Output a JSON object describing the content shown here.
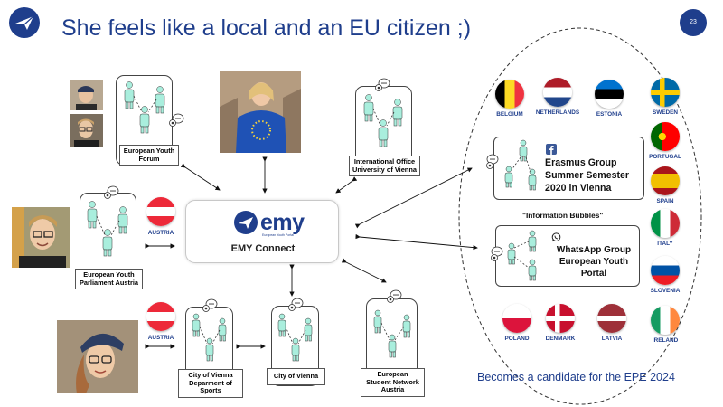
{
  "header": {
    "title": "She feels like a local and an EU citizen ;)",
    "page_number": "23",
    "brand_color": "#1f3e8c"
  },
  "center": {
    "logo_word": "emy",
    "logo_tagline": "European Youth Portal",
    "name": "EMY Connect"
  },
  "nodes": {
    "youth_forum": "European Youth Forum",
    "international_office": "International Office University of Vienna",
    "parliament": "European Youth Parliament Austria",
    "dept_sports": "City of Vienna Deparment of Sports",
    "city": "City of Vienna",
    "student_network": "European Student Network Austria"
  },
  "austria_labels": [
    "AUSTRIA",
    "AUSTRIA"
  ],
  "groups": {
    "erasmus": "Erasmus Group Summer Semester 2020 in Vienna",
    "whatsapp": "WhatsApp Group European Youth Portal",
    "bubbles": "\"Information Bubbles\"",
    "erasmus_icon": "facebook-icon",
    "whatsapp_icon": "whatsapp-icon"
  },
  "countries": [
    {
      "name": "BELGIUM",
      "colors": [
        "#000000",
        "#FDDA24",
        "#EF3340"
      ],
      "pattern": "vertical"
    },
    {
      "name": "NETHERLANDS",
      "colors": [
        "#AE1C28",
        "#FFFFFF",
        "#21468B"
      ],
      "pattern": "horizontal"
    },
    {
      "name": "ESTONIA",
      "colors": [
        "#0072CE",
        "#000000",
        "#FFFFFF"
      ],
      "pattern": "horizontal"
    },
    {
      "name": "SWEDEN",
      "colors": [
        "#006AA7",
        "#FECC00"
      ],
      "pattern": "nordic"
    },
    {
      "name": "PORTUGAL",
      "colors": [
        "#006600",
        "#FF0000",
        "#FFD700"
      ],
      "pattern": "portugal"
    },
    {
      "name": "SPAIN",
      "colors": [
        "#AA151B",
        "#F1BF00",
        "#AA151B"
      ],
      "pattern": "spain"
    },
    {
      "name": "ITALY",
      "colors": [
        "#009246",
        "#FFFFFF",
        "#CE2B37"
      ],
      "pattern": "vertical"
    },
    {
      "name": "SLOVENIA",
      "colors": [
        "#FFFFFF",
        "#0052A5",
        "#ED1C24"
      ],
      "pattern": "horizontal"
    },
    {
      "name": "POLAND",
      "colors": [
        "#FFFFFF",
        "#DC143C"
      ],
      "pattern": "horizontal"
    },
    {
      "name": "DENMARK",
      "colors": [
        "#C8102E",
        "#FFFFFF"
      ],
      "pattern": "nordic"
    },
    {
      "name": "LATVIA",
      "colors": [
        "#9E3039",
        "#FFFFFF",
        "#9E3039"
      ],
      "pattern": "latvia"
    },
    {
      "name": "IRELAND",
      "colors": [
        "#169B62",
        "#FFFFFF",
        "#FF883E"
      ],
      "pattern": "vertical"
    }
  ],
  "austria_colors": [
    "#ED2939",
    "#FFFFFF",
    "#ED2939"
  ],
  "footer": {
    "candidate": "Becomes a candidate for the EPE 2024"
  },
  "network_color": "#a9eedd"
}
